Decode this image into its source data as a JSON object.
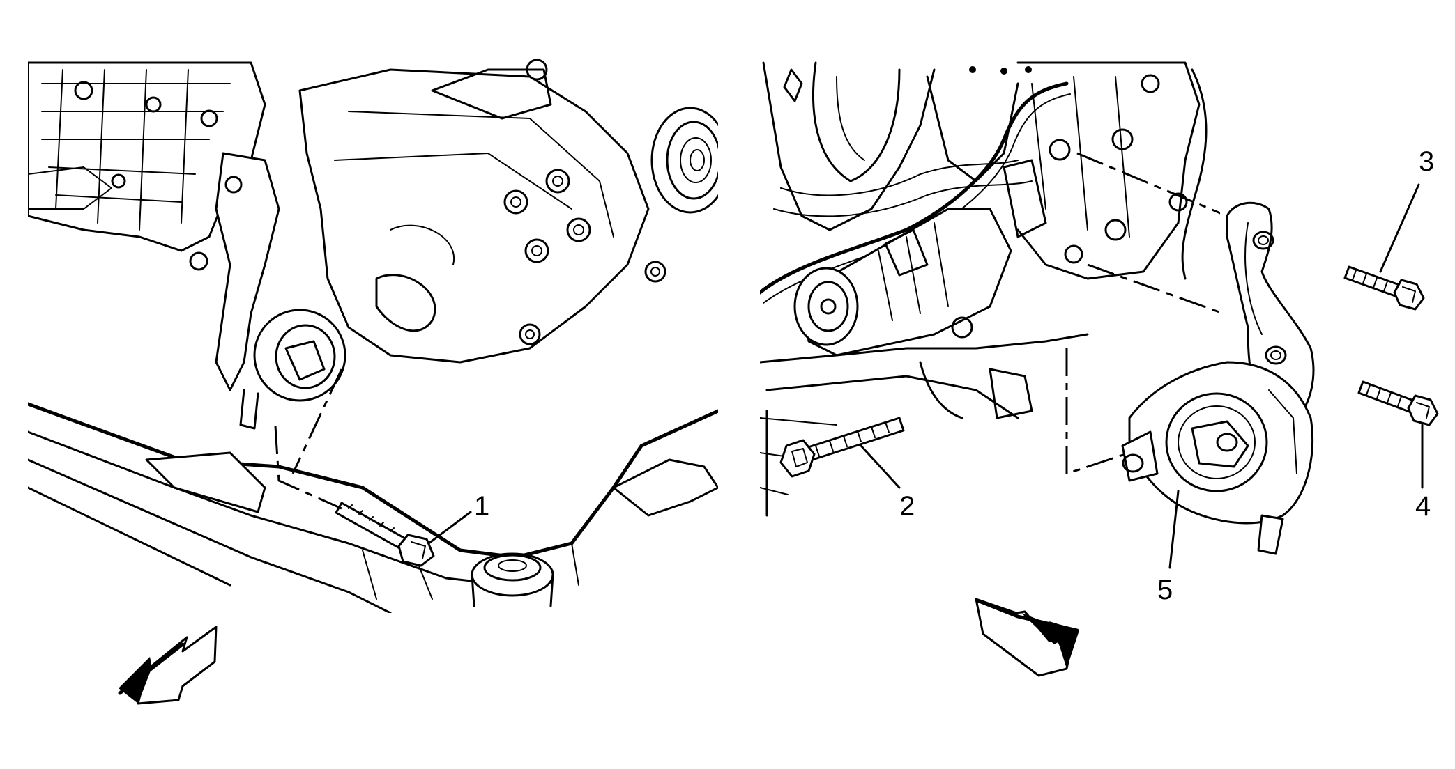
{
  "colors": {
    "ink": "#000000",
    "paper": "#ffffff"
  },
  "callouts": {
    "c1": "1",
    "c2": "2",
    "c3": "3",
    "c4": "4",
    "c5": "5"
  },
  "icons": {
    "left_direction": "front-direction-arrow-icon",
    "right_direction": "front-direction-arrow-icon"
  }
}
